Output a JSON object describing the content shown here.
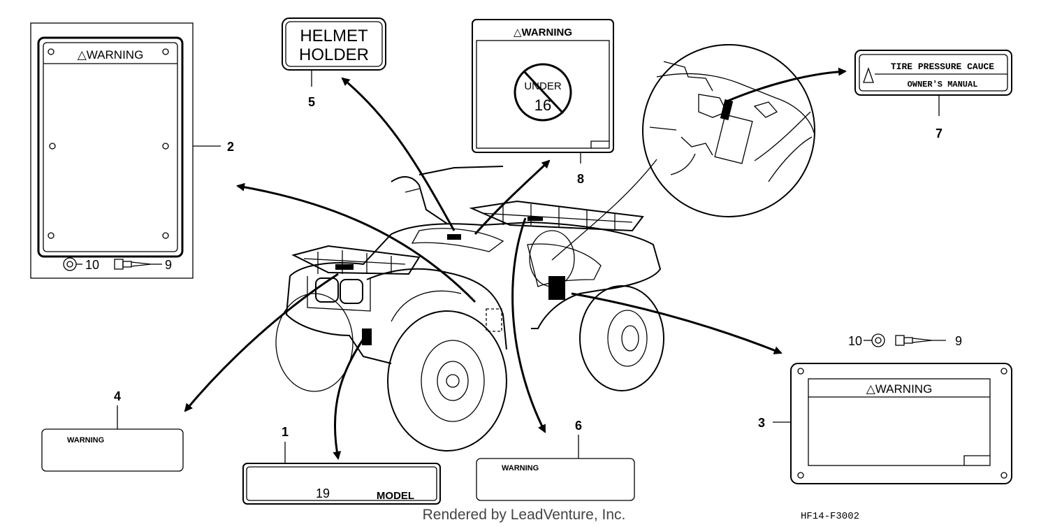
{
  "diagram": {
    "parts": {
      "p1": "1",
      "p2": "2",
      "p3": "3",
      "p4": "4",
      "p5": "5",
      "p6": "6",
      "p7": "7",
      "p8": "8",
      "p9a": "9",
      "p9b": "9",
      "p10a": "10",
      "p10b": "10"
    },
    "labels": {
      "warning_2": "△WARNING",
      "helmet_line1": "HELMET",
      "helmet_line2": "HOLDER",
      "warning_8": "△WARNING",
      "under_a": "UNDER",
      "under_b": "16",
      "tire_line1": "TIRE PRESSURE CAUCE",
      "tire_line2": "OWNER'S MANUAL",
      "warning_4": "WARNING",
      "warning_1_year": "19",
      "warning_1_model": "MODEL",
      "warning_6": "WARNING",
      "warning_3": "△WARNING"
    },
    "footer": {
      "credit": "Rendered by LeadVenture, Inc.",
      "code": "HF14-F3002"
    }
  }
}
